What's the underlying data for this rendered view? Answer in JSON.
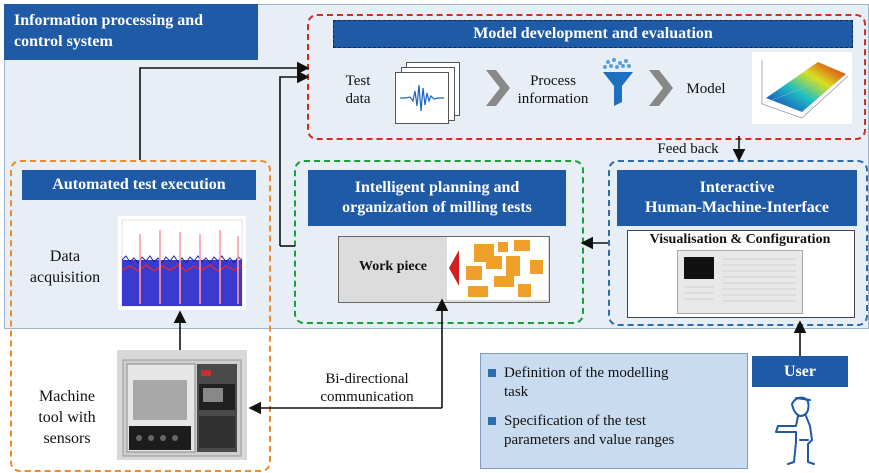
{
  "system_panel": {
    "title_line1": "Information processing and",
    "title_line2": "control system"
  },
  "model_box": {
    "title": "Model development and evaluation",
    "test_data_line1": "Test",
    "test_data_line2": "data",
    "process_line1": "Process",
    "process_line2": "information",
    "model_label": "Model"
  },
  "feedback_label": "Feed back",
  "automated_box": {
    "title": "Automated test execution",
    "data_line1": "Data",
    "data_line2": "acquisition"
  },
  "planning_box": {
    "title_line1": "Intelligent planning and",
    "title_line2": "organization of milling tests",
    "workpiece_label": "Work piece"
  },
  "hmi_box": {
    "title_line1": "Interactive",
    "title_line2": "Human-Machine-Interface",
    "subtitle": "Visualisation & Configuration"
  },
  "machine_label": {
    "line1": "Machine",
    "line2": "tool with",
    "line3": "sensors"
  },
  "bidirectional_label": {
    "line1": "Bi-directional",
    "line2": "communication"
  },
  "user_label": "User",
  "tasks": [
    {
      "line1": "Definition of the modelling",
      "line2": "task"
    },
    {
      "line1": "Specification of the test",
      "line2": "parameters and value ranges"
    }
  ],
  "colors": {
    "bar_blue": "#1f5aa6",
    "panel_bg": "#e8eef6",
    "red_dash": "#d42a20",
    "green_dash": "#1aa038",
    "orange_dash": "#f08a24",
    "blue_dash": "#2d6bb3",
    "task_bg": "#c9dcef"
  }
}
